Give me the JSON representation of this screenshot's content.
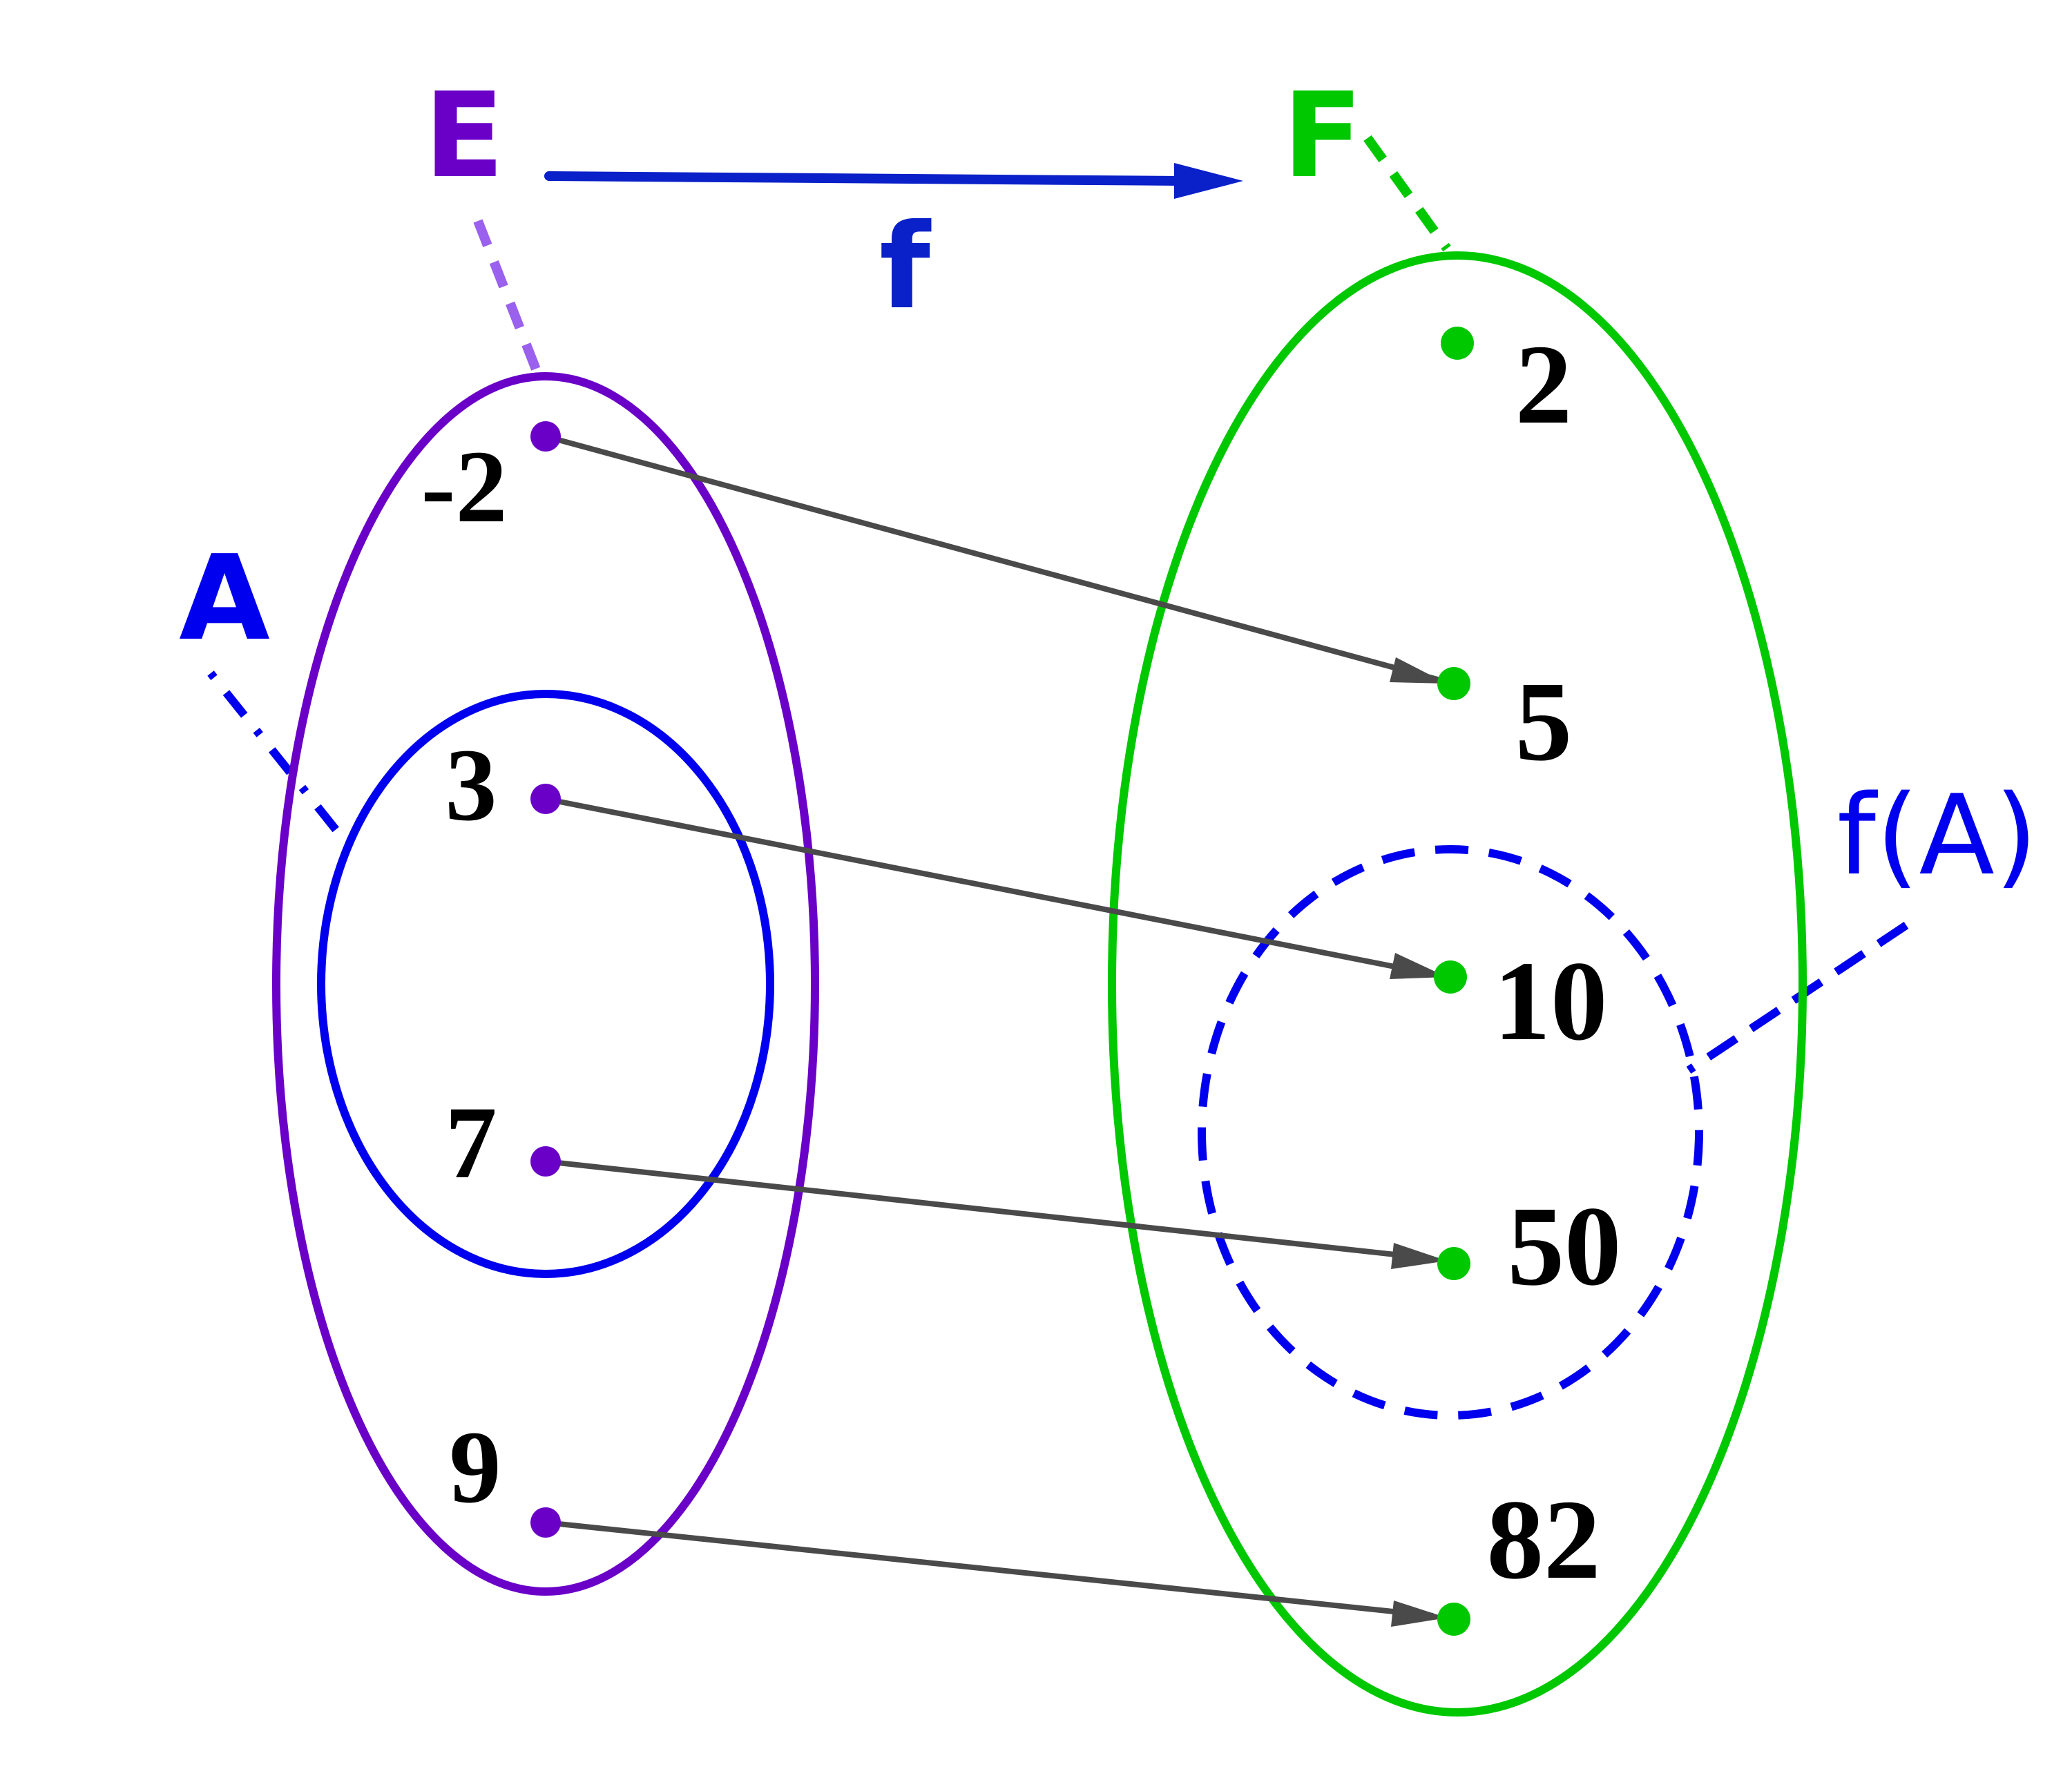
{
  "diagram": {
    "function_label": "f",
    "sets": {
      "E": {
        "label": "E",
        "color": "#6a00c8"
      },
      "F": {
        "label": "F",
        "color": "#00c800"
      },
      "A": {
        "label": "A",
        "color": "#0000ee"
      },
      "fA": {
        "label": "f(A)",
        "color": "#0000ee"
      }
    },
    "colors": {
      "function_arrow": "#0a20c8",
      "E_leader": "#9a60ee",
      "mapping_arrows": "#4a4a4a",
      "domain_points": "#6a00c8",
      "codomain_points": "#00c800"
    },
    "domain_elements": [
      "-2",
      "3",
      "7",
      "9"
    ],
    "codomain_elements": [
      "2",
      "5",
      "10",
      "50",
      "82"
    ],
    "subset_A": [
      "3",
      "7"
    ],
    "image_fA": [
      "10",
      "50"
    ],
    "mappings": [
      {
        "from": "-2",
        "to": "5"
      },
      {
        "from": "3",
        "to": "10"
      },
      {
        "from": "7",
        "to": "50"
      },
      {
        "from": "9",
        "to": "82"
      }
    ]
  }
}
